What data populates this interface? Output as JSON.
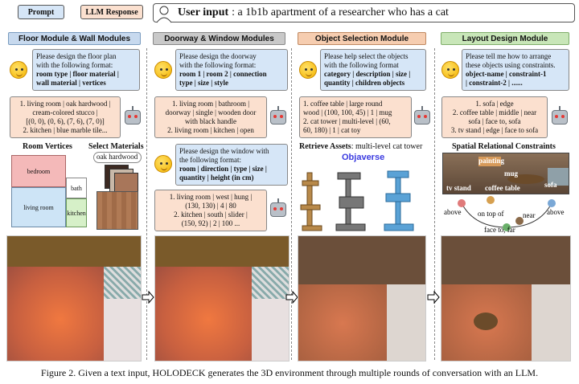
{
  "legend": {
    "prompt": "Prompt",
    "llm": "LLM Response"
  },
  "user_input": {
    "label": "User input",
    "text": ": a 1b1b apartment of a researcher who has a cat"
  },
  "modules": [
    {
      "title": "Floor Module & Wall Modules",
      "color": "#c7d9ee"
    },
    {
      "title": "Doorway & Window Modules",
      "color": "#c9c9c9"
    },
    {
      "title": "Object Selection Module",
      "color": "#f6cdb0"
    },
    {
      "title": "Layout Design Module",
      "color": "#c8e6b8"
    }
  ],
  "col1": {
    "prompt_lines": [
      "Please design the floor plan",
      "with the following format:",
      "room type | floor material |",
      "wall material | vertices"
    ],
    "response_lines": [
      "1. living room | oak hardwood |",
      "cream-colored stucco |",
      "[(0, 0), (0, 6), (7, 6), (7, 0)]",
      "2. kitchen | blue marble tile..."
    ],
    "room_vertices_title": "Room Vertices",
    "select_materials_title": "Select Materials",
    "material_label": "oak hardwood",
    "rooms": [
      "bedroom",
      "living room",
      "bath",
      "kitchen"
    ]
  },
  "col2": {
    "prompt1_lines": [
      "Please design the doorway",
      "with the following format:",
      "room 1 | room 2 | connection",
      "type | size | style"
    ],
    "response1_lines": [
      "1. living room | bathroom |",
      "doorway | single | wooden door",
      "with black handle",
      "2. living room | kitchen | open"
    ],
    "prompt2_lines": [
      "Please design the window with",
      "the following format:",
      "room | direction | type | size |",
      "quantity | height (in cm)"
    ],
    "response2_lines": [
      "1. living room | west | hung |",
      "(130, 130) | 4 | 80",
      "2. kitchen | south | slider |",
      "(150, 92) | 2 | 100 ..."
    ]
  },
  "col3": {
    "prompt_lines": [
      "Please help select the objects",
      "with the following format",
      "category | description | size |",
      "quantity | children objects"
    ],
    "response_lines": [
      "1. coffee table | large round",
      "wood | (100, 100, 45) | 1 | mug",
      "2. cat tower | multi-level | (60,",
      "60, 180) | 1 | cat toy"
    ],
    "retrieve_title": "Retrieve Assets",
    "retrieve_text": ": multi-level cat tower",
    "objaverse": "Objaverse"
  },
  "col4": {
    "prompt_lines": [
      "Please tell me how to arrange",
      "these objects using constraints.",
      "object-name | constraint-1",
      "| constraint-2 | ......"
    ],
    "response_lines": [
      "1. sofa | edge",
      "2. coffee table | middle | near",
      "sofa | face to, sofa",
      "3. tv stand | edge | face to sofa"
    ],
    "spatial_title": "Spatial Relational Constraints",
    "photo_labels": [
      "painting",
      "mug",
      "tv stand",
      "coffee table",
      "sofa"
    ],
    "graph_labels": [
      "above",
      "on top of",
      "near",
      "above",
      "face to, far"
    ]
  },
  "caption": "Figure 2. Given a text input, HOLODECK generates the 3D environment through multiple rounds of conversation with an LLM."
}
